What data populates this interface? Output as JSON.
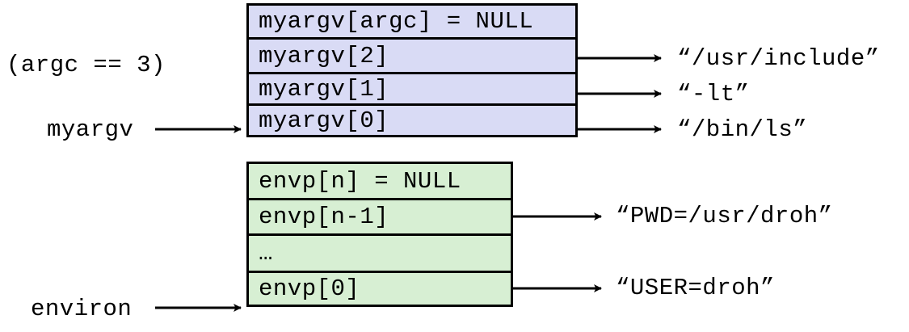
{
  "argc_note": "(argc == 3)",
  "myargv": {
    "label": "myargv",
    "cells": [
      "myargv[argc] = NULL",
      "myargv[2]",
      "myargv[1]",
      "myargv[0]"
    ],
    "strings": [
      "“/usr/include”",
      "“-lt”",
      "“/bin/ls”"
    ],
    "fill_color": "#d9dbf5"
  },
  "environ": {
    "label": "environ",
    "cells": [
      "envp[n] = NULL",
      "envp[n-1]",
      "…",
      "envp[0]"
    ],
    "strings": [
      "“PWD=/usr/droh”",
      "“USER=droh”"
    ],
    "fill_color": "#d7efd3"
  }
}
